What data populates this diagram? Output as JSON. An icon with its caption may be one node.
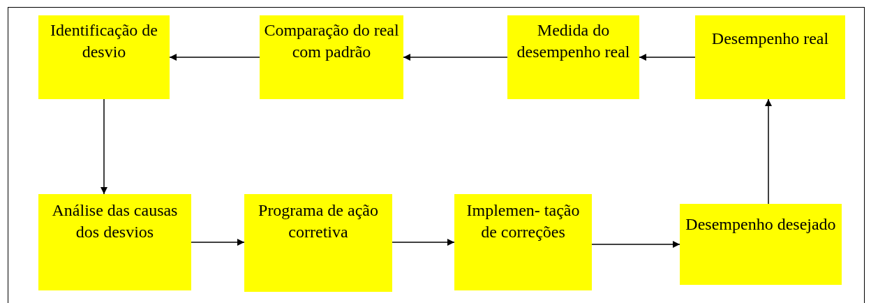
{
  "diagram": {
    "nodes": [
      {
        "text": [
          "Identificação de desvio"
        ]
      },
      {
        "text": [
          "Comparação do real com padrão"
        ]
      },
      {
        "text": [
          "Medida do desempenho real"
        ]
      },
      {
        "text": [
          "Desempenho real"
        ]
      },
      {
        "text": [
          "Análise das causas dos desvios"
        ]
      },
      {
        "text": [
          "Programa de ação corretiva"
        ]
      },
      {
        "text": [
          "Implemen- tação de correções"
        ]
      },
      {
        "text": [
          "Desempenho desejado"
        ]
      }
    ],
    "edges": [
      {
        "from": 3,
        "to": 2,
        "arrow": "to"
      },
      {
        "from": 2,
        "to": 1,
        "arrow": "to"
      },
      {
        "from": 1,
        "to": 0,
        "arrow": "to"
      },
      {
        "from": 0,
        "to": 4,
        "arrow": "to"
      },
      {
        "from": 4,
        "to": 5,
        "arrow": "to"
      },
      {
        "from": 5,
        "to": 6,
        "arrow": "to"
      },
      {
        "from": 6,
        "to": 7,
        "arrow": "to"
      },
      {
        "from": 7,
        "to": 3,
        "arrow": "to"
      }
    ]
  }
}
